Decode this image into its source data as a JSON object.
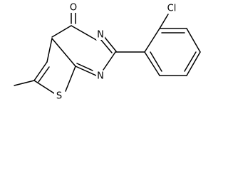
{
  "molecule": {
    "atoms": {
      "oxygen": "O",
      "n3": "N",
      "n1": "N",
      "sulfur": "S",
      "chlorine": "Cl"
    }
  }
}
